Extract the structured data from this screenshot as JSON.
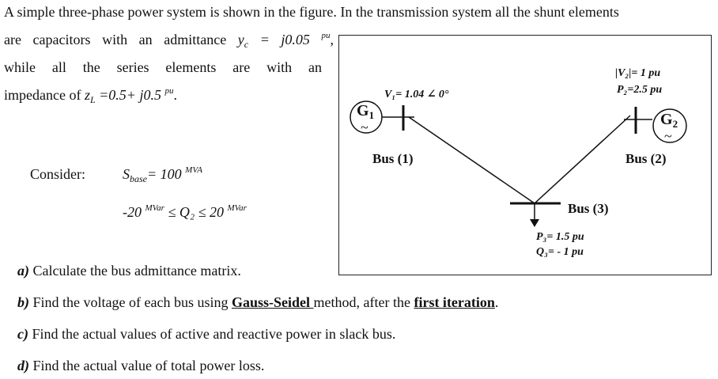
{
  "problem": {
    "line1": "A simple three-phase power system is shown in the figure. In the transmission system all the shunt elements",
    "line2_prefix": "are capacitors with an admittance",
    "yc_symbol": "y",
    "yc_sub": "c",
    "yc_value": " = j0.05",
    "yc_unit": "pu",
    "line2_suffix": ",",
    "line3": "while all the series elements are with an",
    "line4_prefix": "impedance of",
    "zl_symbol": "z",
    "zl_sub": "L",
    "zl_value": " =0.5+ j0.5",
    "zl_unit": "pu",
    "line4_suffix": "."
  },
  "consider": {
    "label": "Consider:",
    "s_symbol": "S",
    "s_sub": "base",
    "s_value": "= 100",
    "s_unit": "MVA",
    "q_lower": "-20",
    "q_lower_unit": "MVar",
    "q_relation": " ≤ Q₂ ≤ 20",
    "q_upper_unit": "MVar"
  },
  "questions": {
    "a_label": "a)",
    "a_text": " Calculate the bus admittance matrix.",
    "b_label": "b)",
    "b_text1": " Find the voltage of each bus using ",
    "b_method": "Gauss-Seidel ",
    "b_text2": "method, after the ",
    "b_iter": "first iteration",
    "b_text3": ".",
    "c_label": "c)",
    "c_text": " Find the actual values of active and reactive power in slack bus.",
    "d_label": "d)",
    "d_text": " Find the actual value of total power loss."
  },
  "diagram": {
    "g1_label": "G",
    "g1_sub": "1",
    "g2_label": "G",
    "g2_sub": "2",
    "v1_spec": "V₁= 1.04 ∠ 0°",
    "v2_spec": "|V₂|= 1 pu",
    "p2_spec": "P₂=2.5 pu",
    "bus1": "Bus (1)",
    "bus2": "Bus (2)",
    "bus3": "Bus (3)",
    "p3_spec": "P₃= 1.5 pu",
    "q3_spec": "Q₃= - 1 pu",
    "gen_symbol": "~"
  }
}
